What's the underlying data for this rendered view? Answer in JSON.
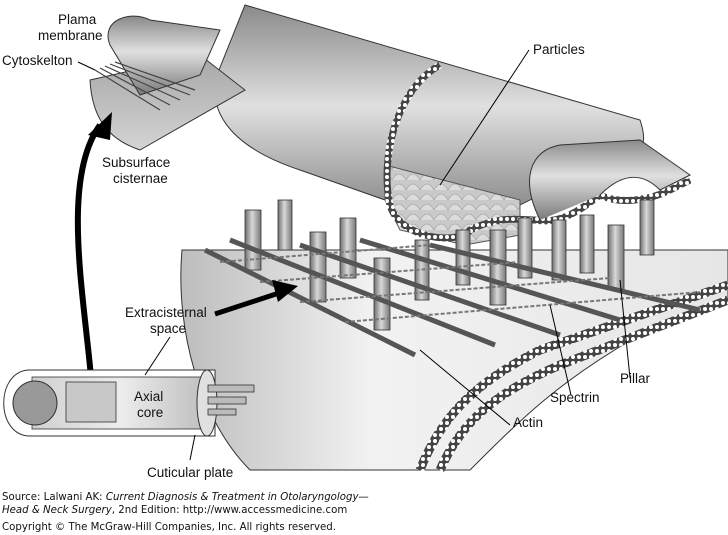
{
  "figure": {
    "labels": {
      "plasma_membrane_1": "Plama",
      "plasma_membrane_2": "membrane",
      "cytoskeleton": "Cytoskelton",
      "subsurface_1": "Subsurface",
      "subsurface_2": "cisternae",
      "particles": "Particles",
      "extracisternal_1": "Extracisternal",
      "extracisternal_2": "space",
      "axial_1": "Axial",
      "axial_2": "core",
      "cuticular_plate": "Cuticular plate",
      "actin": "Actin",
      "spectrin": "Spectrin",
      "pillar": "Pillar"
    }
  },
  "caption": {
    "source_prefix": "Source: Lalwani AK: ",
    "source_title_1": "Current Diagnosis & Treatment in Otolaryngology—",
    "source_title_2": "Head & Neck Surgery",
    "source_suffix": ", 2nd Edition: http://www.accessmedicine.com",
    "copyright": "Copyright © The McGraw-Hill Companies, Inc. All rights reserved."
  }
}
